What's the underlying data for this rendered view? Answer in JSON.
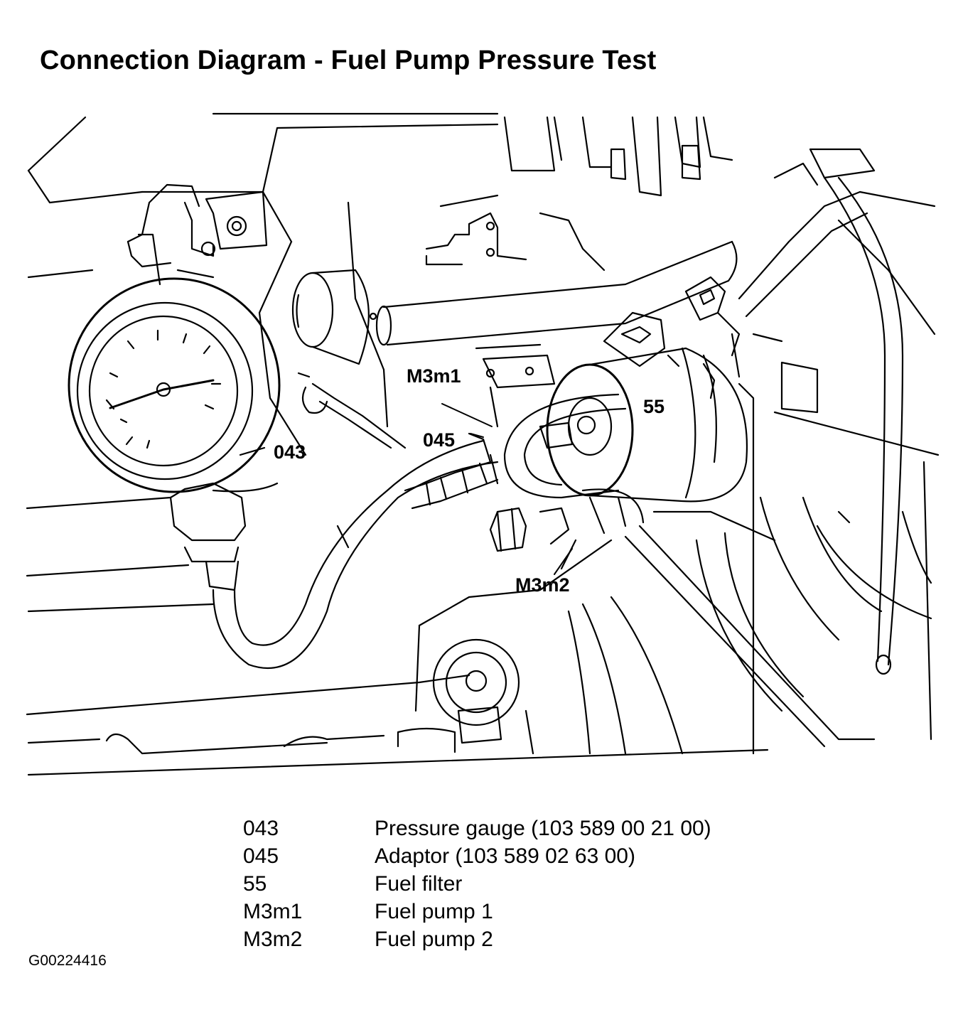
{
  "title": "Connection Diagram - Fuel Pump Pressure Test",
  "callouts": {
    "c043": "043",
    "c045": "045",
    "c55": "55",
    "m3m1": "M3m1",
    "m3m2": "M3m2"
  },
  "legend": [
    {
      "code": "043",
      "description": "Pressure gauge (103 589 00 21 00)"
    },
    {
      "code": "045",
      "description": "Adaptor (103 589 02 63 00)"
    },
    {
      "code": "55",
      "description": "Fuel filter"
    },
    {
      "code": "M3m1",
      "description": "Fuel pump 1"
    },
    {
      "code": "M3m2",
      "description": "Fuel pump 2"
    }
  ],
  "figure_id": "G00224416"
}
